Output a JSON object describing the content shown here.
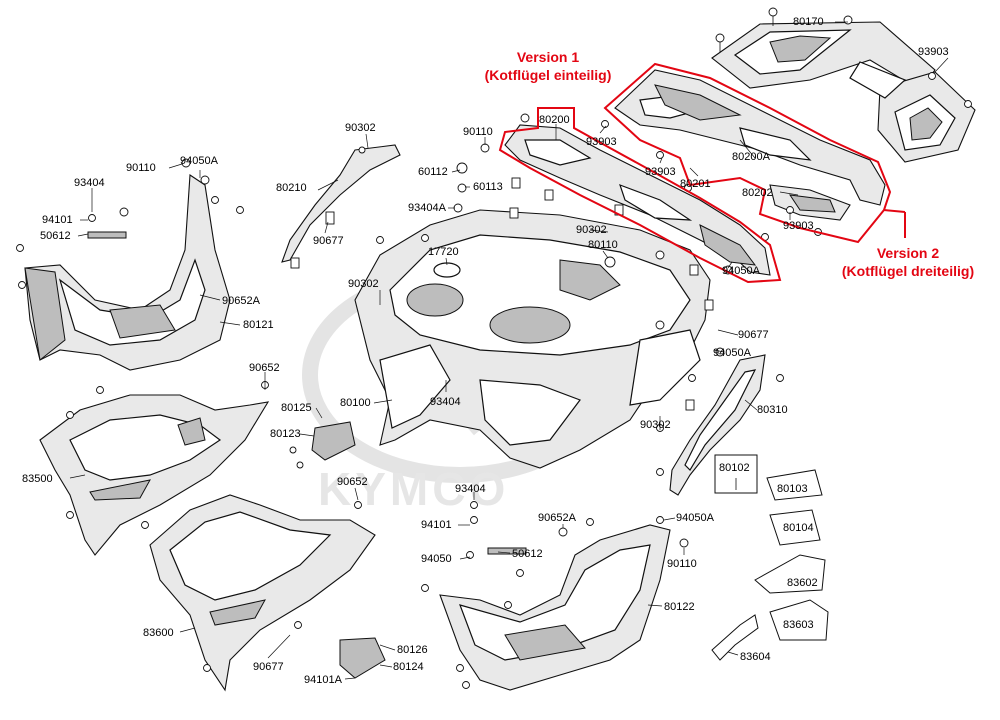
{
  "brand": {
    "watermark_text": "KYMCO",
    "accent_color": "#e30613"
  },
  "annotations": {
    "version1_line1": "Version 1",
    "version1_line2": "(Kotflügel einteilig)",
    "version2_line1": "Version 2",
    "version2_line2": "(Kotflügel dreiteilig)"
  },
  "labels": {
    "l80170": "80170",
    "l93903_top": "93903",
    "l80200": "80200",
    "l93903_mid": "93903",
    "l80200A": "80200A",
    "l93903_low": "93903",
    "l80201": "80201",
    "l80202": "80202",
    "l93903_right": "93903",
    "l90302_top": "90302",
    "l90110_top": "90110",
    "l60112": "60112",
    "l60113": "60113",
    "l93404A": "93404A",
    "l80210": "80210",
    "l90677_left": "90677",
    "l17720": "17720",
    "l90302_mid": "90302",
    "l80110": "80110",
    "l90302_left": "90302",
    "l94050A_r1": "94050A",
    "l90677_r": "90677",
    "l94050A_r2": "94050A",
    "l80100": "80100",
    "l93404_mid": "93404",
    "l90302_low": "90302",
    "l80310": "80310",
    "l90110_left": "90110",
    "l94050A_left": "94050A",
    "l93404_left": "93404",
    "l94101_left": "94101",
    "l50612_left": "50612",
    "l90652A_left": "90652A",
    "l80121": "80121",
    "l90652": "90652",
    "l80125": "80125",
    "l80123": "80123",
    "l83500": "83500",
    "l90652_b": "90652",
    "l83600": "83600",
    "l90677_bottom": "90677",
    "l80126": "80126",
    "l80124": "80124",
    "l94101A": "94101A",
    "l93404_b": "93404",
    "l94101_b": "94101",
    "l50612_b": "50612",
    "l94050_b": "94050",
    "l90652A_b": "90652A",
    "l94050A_b": "94050A",
    "l90110_b": "90110",
    "l80122": "80122",
    "l80102": "80102",
    "l80103": "80103",
    "l80104": "80104",
    "l83602": "83602",
    "l83603": "83603",
    "l83604": "83604"
  }
}
